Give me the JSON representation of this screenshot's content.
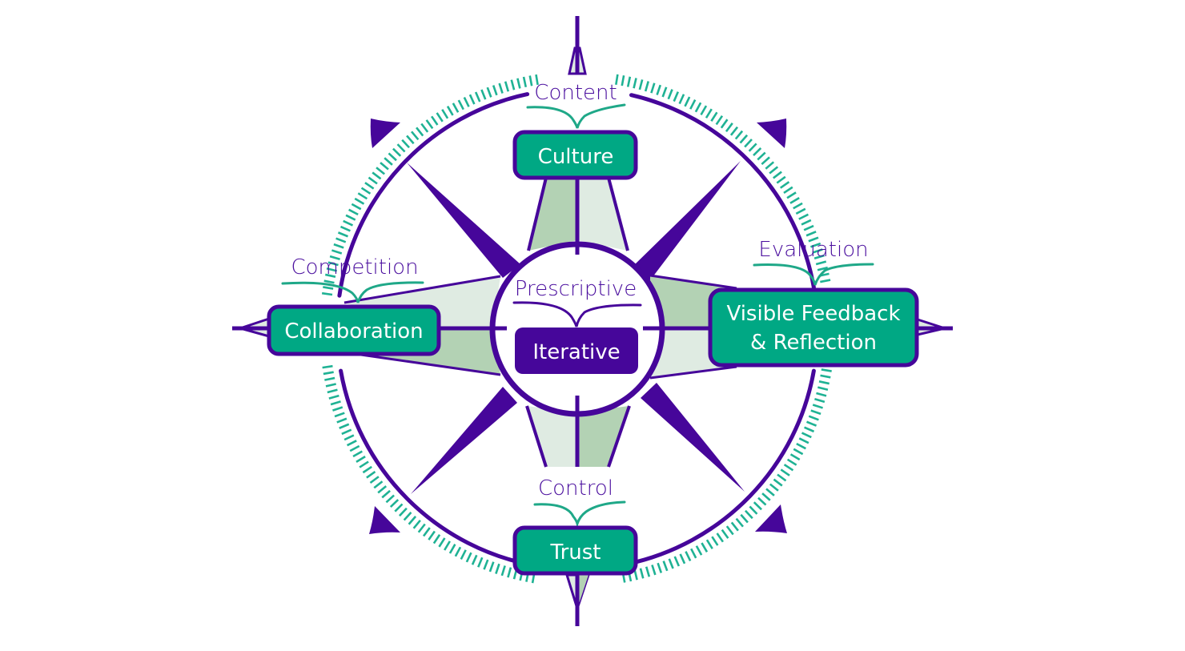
{
  "colors": {
    "purple": "#46069a",
    "teal": "#00a884",
    "tick_teal": "#1fb294",
    "light_green": "#dfebe2",
    "mid_green": "#b3d2b4",
    "white": "#ffffff"
  },
  "center": {
    "label": "Prescriptive",
    "box": "Iterative"
  },
  "nodes": {
    "north": {
      "label": "Content",
      "box": "Culture"
    },
    "west": {
      "label": "Competition",
      "box": "Collaboration"
    },
    "east": {
      "label": "Evaluation",
      "box_line1": "Visible Feedback",
      "box_line2": "& Reflection"
    },
    "south": {
      "label": "Control",
      "box": "Trust"
    }
  }
}
